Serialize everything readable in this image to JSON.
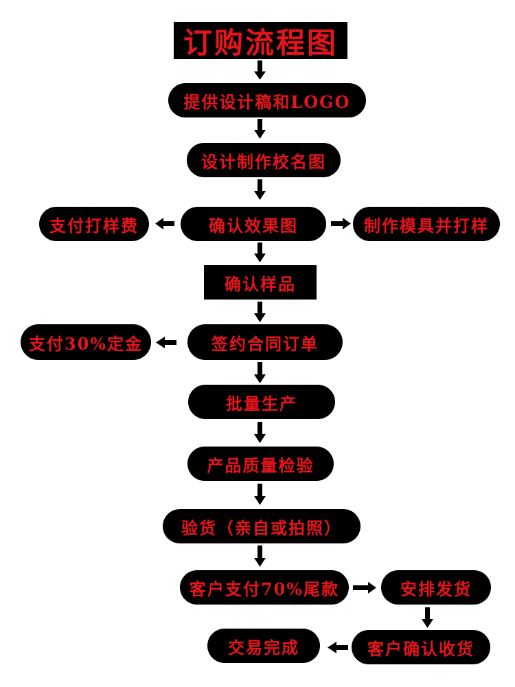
{
  "title": "订购流程图",
  "colors": {
    "box": "#000000",
    "text": "#e8141b",
    "arrow": "#000000"
  },
  "steps": {
    "provide_design": "提供设计稿和LOGO",
    "design_drawing": "设计制作校名图",
    "confirm_effect": "确认效果图",
    "pay_sample_fee": "支付打样费",
    "make_mold": "制作模具并打样",
    "confirm_sample": "确认样品",
    "sign_contract": "签约合同订单",
    "pay_deposit": "支付30%定金",
    "mass_production": "批量生产",
    "quality_inspection": "产品质量检验",
    "inspect_goods": "验货（亲自或拍照）",
    "pay_balance": "客户支付70%尾款",
    "arrange_shipping": "安排发货",
    "confirm_receipt": "客户确认收货",
    "deal_complete": "交易完成"
  }
}
